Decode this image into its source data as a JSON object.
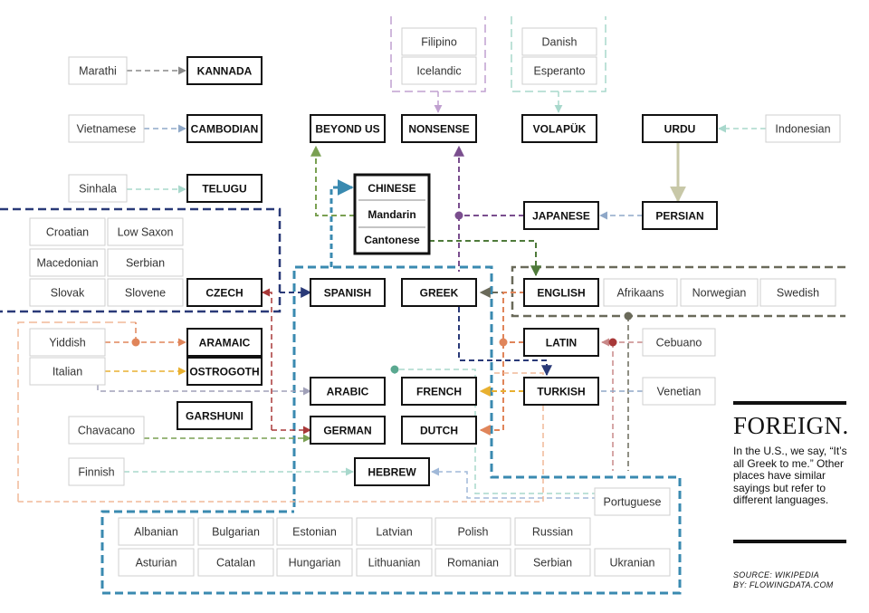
{
  "source_boxes": [
    {
      "id": "marathi",
      "label": "Marathi"
    },
    {
      "id": "vietnamese",
      "label": "Vietnamese"
    },
    {
      "id": "sinhala",
      "label": "Sinhala"
    },
    {
      "id": "filipino",
      "label": "Filipino"
    },
    {
      "id": "icelandic",
      "label": "Icelandic"
    },
    {
      "id": "danish",
      "label": "Danish"
    },
    {
      "id": "esperanto",
      "label": "Esperanto"
    },
    {
      "id": "indonesian",
      "label": "Indonesian"
    },
    {
      "id": "croatian",
      "label": "Croatian"
    },
    {
      "id": "lowsaxon",
      "label": "Low Saxon"
    },
    {
      "id": "macedonian",
      "label": "Macedonian"
    },
    {
      "id": "serbian1",
      "label": "Serbian"
    },
    {
      "id": "slovak",
      "label": "Slovak"
    },
    {
      "id": "slovene",
      "label": "Slovene"
    },
    {
      "id": "afrikaans",
      "label": "Afrikaans"
    },
    {
      "id": "norwegian",
      "label": "Norwegian"
    },
    {
      "id": "swedish",
      "label": "Swedish"
    },
    {
      "id": "yiddish",
      "label": "Yiddish"
    },
    {
      "id": "italian",
      "label": "Italian"
    },
    {
      "id": "cebuano",
      "label": "Cebuano"
    },
    {
      "id": "venetian",
      "label": "Venetian"
    },
    {
      "id": "chavacano",
      "label": "Chavacano"
    },
    {
      "id": "finnish",
      "label": "Finnish"
    },
    {
      "id": "portuguese",
      "label": "Portuguese"
    },
    {
      "id": "albanian",
      "label": "Albanian"
    },
    {
      "id": "bulgarian",
      "label": "Bulgarian"
    },
    {
      "id": "estonian",
      "label": "Estonian"
    },
    {
      "id": "latvian",
      "label": "Latvian"
    },
    {
      "id": "polish",
      "label": "Polish"
    },
    {
      "id": "russian",
      "label": "Russian"
    },
    {
      "id": "asturian",
      "label": "Asturian"
    },
    {
      "id": "catalan",
      "label": "Catalan"
    },
    {
      "id": "hungarian",
      "label": "Hungarian"
    },
    {
      "id": "lithuanian",
      "label": "Lithuanian"
    },
    {
      "id": "romanian",
      "label": "Romanian"
    },
    {
      "id": "serbian2",
      "label": "Serbian"
    },
    {
      "id": "ukranian",
      "label": "Ukranian"
    }
  ],
  "target_boxes": [
    {
      "id": "kannada",
      "label": "KANNADA"
    },
    {
      "id": "cambodian",
      "label": "CAMBODIAN"
    },
    {
      "id": "telugu",
      "label": "TELUGU"
    },
    {
      "id": "beyondus",
      "label": "BEYOND US"
    },
    {
      "id": "nonsense",
      "label": "NONSENSE"
    },
    {
      "id": "volapuk",
      "label": "VOLAPÜK"
    },
    {
      "id": "urdu",
      "label": "URDU"
    },
    {
      "id": "japanese",
      "label": "JAPANESE"
    },
    {
      "id": "persian",
      "label": "PERSIAN"
    },
    {
      "id": "czech",
      "label": "CZECH"
    },
    {
      "id": "spanish",
      "label": "SPANISH"
    },
    {
      "id": "greek",
      "label": "GREEK"
    },
    {
      "id": "english",
      "label": "ENGLISH"
    },
    {
      "id": "aramaic",
      "label": "ARAMAIC"
    },
    {
      "id": "ostrogoth",
      "label": "OSTROGOTH"
    },
    {
      "id": "latin",
      "label": "LATIN"
    },
    {
      "id": "arabic",
      "label": "ARABIC"
    },
    {
      "id": "french",
      "label": "FRENCH"
    },
    {
      "id": "turkish",
      "label": "TURKISH"
    },
    {
      "id": "garshuni",
      "label": "GARSHUNI"
    },
    {
      "id": "german",
      "label": "GERMAN"
    },
    {
      "id": "dutch",
      "label": "DUTCH"
    },
    {
      "id": "hebrew",
      "label": "HEBREW"
    }
  ],
  "chinese_box": {
    "items": [
      "CHINESE",
      "Mandarin",
      "Cantonese"
    ]
  },
  "sidebar": {
    "title": "FOREIGN.",
    "body": "In the U.S., we say, “It’s all Greek to me.” Other places have similar sayings but refer to different languages.",
    "source_line1": "SOURCE: WIKIPEDIA",
    "source_line2": "BY: FLOWINGDATA.COM"
  },
  "colors": {
    "blue": "#3a8ab0",
    "navy": "#2a3a78",
    "green": "#4f7a3a",
    "lightgreen": "#7aa052",
    "purple": "#7a4e8e",
    "lilac": "#c0a0d0",
    "mint": "#a8d8cc",
    "sage": "#c8c8a8",
    "steel": "#8fa8c8",
    "grey": "#6a6a5a",
    "orange": "#e0855a",
    "peach": "#f0b898",
    "gold": "#e8b030",
    "red": "#a83838",
    "rose": "#c88888",
    "dustyblue": "#a0b8d8"
  }
}
